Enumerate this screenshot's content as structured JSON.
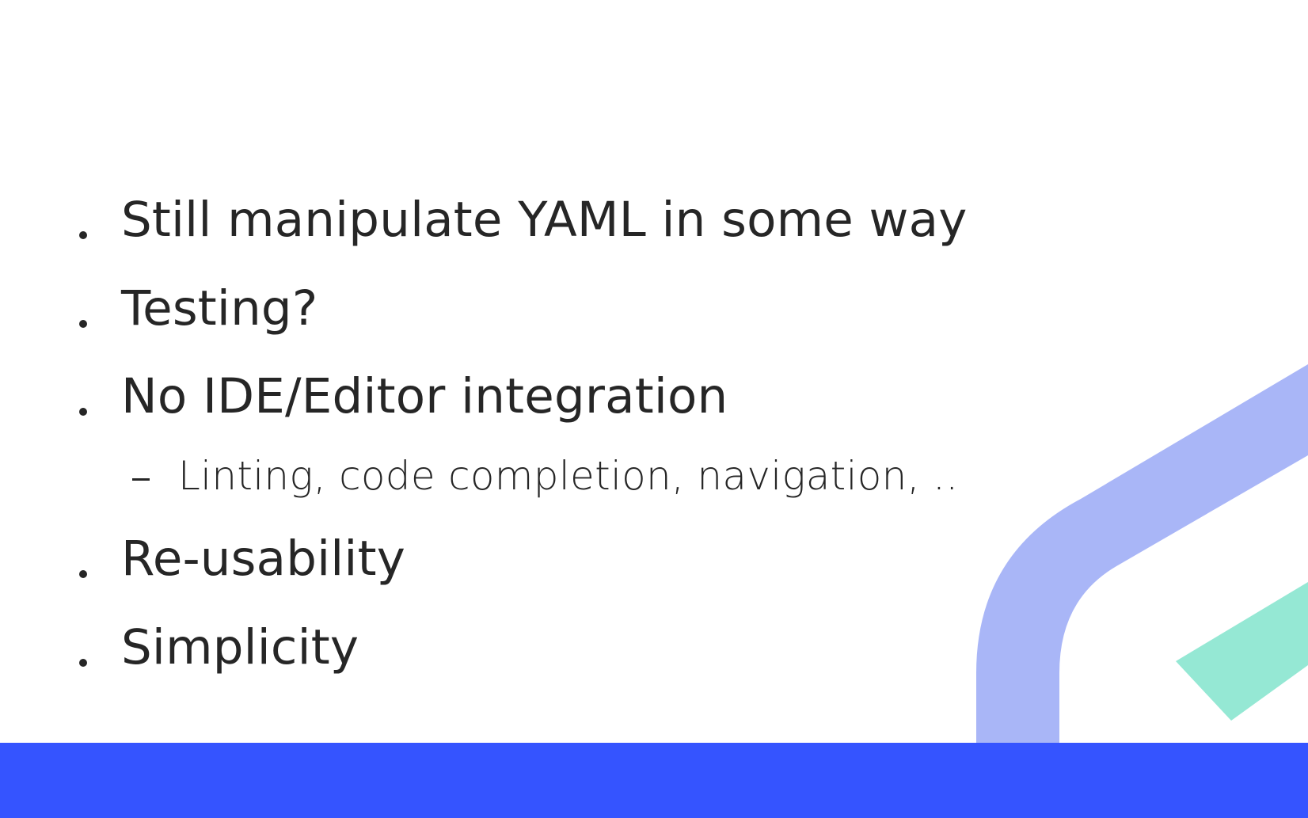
{
  "colors": {
    "background": "#ffffff",
    "text": "#262626",
    "bar": "#3554ff",
    "shape_blue": "#a9b6f7",
    "shape_teal": "#95e8d4"
  },
  "bullets": [
    {
      "text": "Still manipulate YAML in some way"
    },
    {
      "text": "Testing?"
    },
    {
      "text": "No IDE/Editor integration"
    },
    {
      "text": "Re-usability"
    },
    {
      "text": "Simplicity"
    }
  ],
  "sub_bullets": [
    {
      "text": "Linting, code completion, navigation, .."
    }
  ]
}
